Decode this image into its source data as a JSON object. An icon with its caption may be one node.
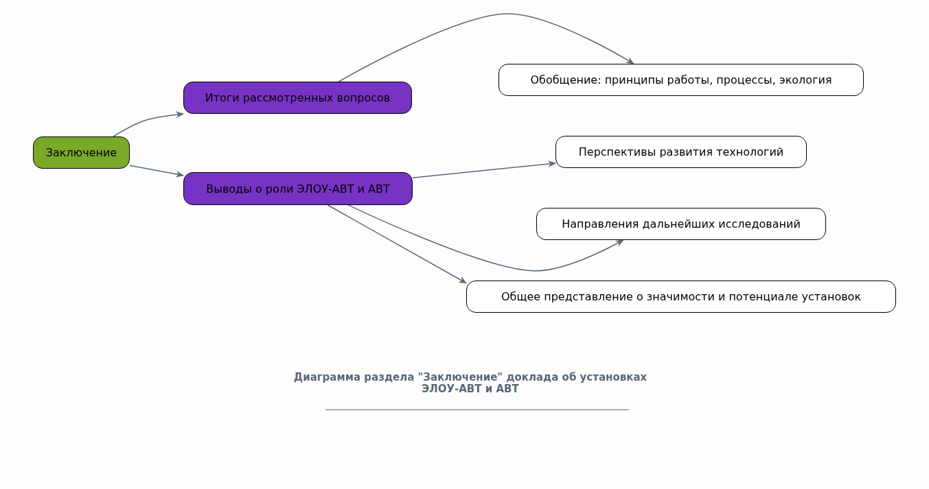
{
  "diagram": {
    "caption": "Диаграмма раздела \"Заключение\" доклада об установках ЭЛОУ-АВТ и АВТ",
    "nodes": [
      {
        "text": [
          "Заключение"
        ]
      },
      {
        "text": [
          "Итоги рассмотренных вопросов"
        ]
      },
      {
        "text": [
          "Выводы о роли ЭЛОУ-АВТ и АВТ"
        ]
      },
      {
        "text": [
          "Обобщение: принципы работы, процессы, экология"
        ]
      },
      {
        "text": [
          "Перспективы развития технологий"
        ]
      },
      {
        "text": [
          "Направления дальнейших исследований"
        ]
      },
      {
        "text": [
          "Общее представление о значимости и потенциале установок"
        ]
      }
    ],
    "edges": [
      {
        "from": 0,
        "to": 1,
        "arrow": "to"
      },
      {
        "from": 0,
        "to": 2,
        "arrow": "to"
      },
      {
        "from": 1,
        "to": 3,
        "arrow": "to"
      },
      {
        "from": 2,
        "to": 4,
        "arrow": "to"
      },
      {
        "from": 2,
        "to": 5,
        "arrow": "to"
      },
      {
        "from": 2,
        "to": 6,
        "arrow": "to"
      }
    ]
  }
}
